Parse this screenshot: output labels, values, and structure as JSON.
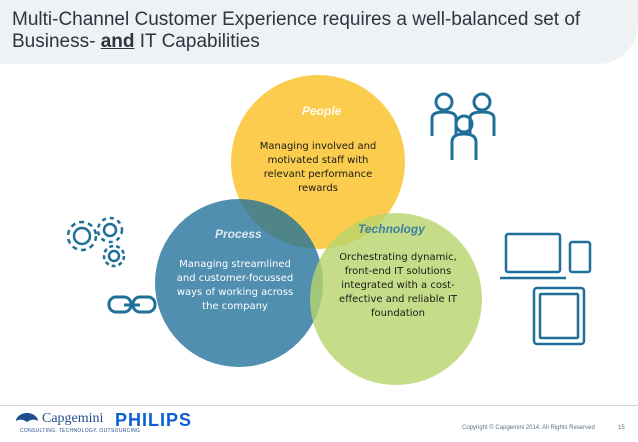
{
  "header": {
    "title_part1": "Multi-Channel Customer Experience requires a well-balanced set of Business- ",
    "title_emphasis": "and",
    "title_part2": " IT Capabilities"
  },
  "venn": {
    "people": {
      "label": "People",
      "text": "Managing involved and motivated staff with relevant performance rewards",
      "color": "#fbc943"
    },
    "process": {
      "label": "Process",
      "text": "Managing streamlined  and customer-focussed ways of working across the company",
      "color": "#1f6f99"
    },
    "technology": {
      "label": "Technology",
      "text": "Orchestrating dynamic, front-end IT solutions integrated with a cost-effective and reliable IT foundation",
      "color": "#b7d56a"
    }
  },
  "icons": {
    "people": "people-icon",
    "gears": "gears-icon",
    "link": "link-icon",
    "devices": "devices-icon"
  },
  "footer": {
    "capgemini_logo": "Capgemini",
    "capgemini_tagline": "CONSULTING. TECHNOLOGY. OUTSOURCING",
    "philips_logo": "PHILIPS",
    "copyright": "Copyright © Capgemini 2014. All Rights Reserved",
    "page_number": "15"
  }
}
